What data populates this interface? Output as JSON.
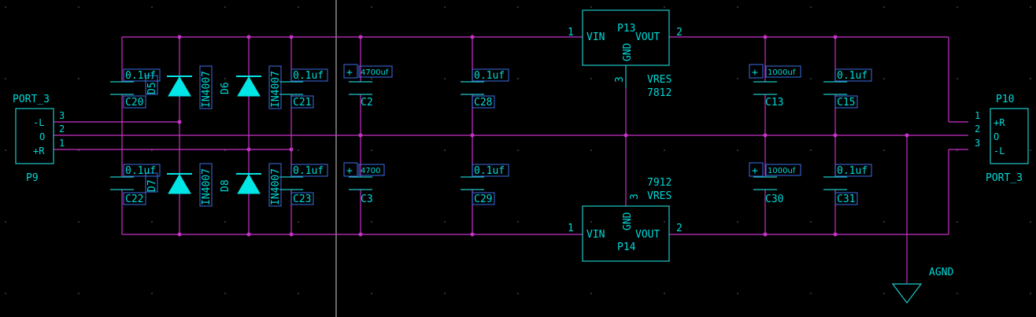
{
  "ports": {
    "left": {
      "name": "PORT_3",
      "ref": "P9",
      "pins": [
        "-L",
        "O",
        "+R"
      ],
      "pin_numbers": [
        "3",
        "2",
        "1"
      ]
    },
    "right": {
      "name": "PORT_3",
      "ref": "P10",
      "pins": [
        "+R",
        "O",
        "-L"
      ],
      "pin_numbers": [
        "1",
        "2",
        "3"
      ]
    }
  },
  "diodes": [
    {
      "ref": "D5",
      "part": "IN4007"
    },
    {
      "ref": "D6",
      "part": "IN4007"
    },
    {
      "ref": "D7",
      "part": "IN4007"
    },
    {
      "ref": "D8",
      "part": "IN4007"
    }
  ],
  "capacitors": {
    "c20": {
      "ref": "C20",
      "value": "0.1uf"
    },
    "c21": {
      "ref": "C21",
      "value": "0.1uf"
    },
    "c22": {
      "ref": "C22",
      "value": "0.1uf"
    },
    "c23": {
      "ref": "C23",
      "value": "0.1uf"
    },
    "c2": {
      "ref": "C2",
      "value": "4700uf"
    },
    "c3": {
      "ref": "C3",
      "value": "4700"
    },
    "c28": {
      "ref": "C28",
      "value": "0.1uf"
    },
    "c29": {
      "ref": "C29",
      "value": "0.1uf"
    },
    "c13": {
      "ref": "C13",
      "value": "1000uf"
    },
    "c30": {
      "ref": "C30",
      "value": "1000uf"
    },
    "c15": {
      "ref": "C15",
      "value": "0.1uf"
    },
    "c31": {
      "ref": "C31",
      "value": "0.1uf"
    }
  },
  "regulators": {
    "top": {
      "ref": "P13",
      "part": "7812",
      "type": "VRES",
      "vin": "VIN",
      "vout": "VOUT",
      "gnd": "GND",
      "pin_in": "1",
      "pin_out": "2",
      "pin_gnd": "3"
    },
    "bottom": {
      "ref": "P14",
      "part": "7912",
      "type": "VRES",
      "vin": "VIN",
      "vout": "VOUT",
      "gnd": "GND",
      "pin_in": "1",
      "pin_out": "2",
      "pin_gnd": "3"
    }
  },
  "ground": {
    "label": "AGND"
  },
  "polarity_mark": "+",
  "colors": {
    "background": "#000000",
    "wire": "#c832c8",
    "component": "#1ec8c8",
    "text": "#00d8d8",
    "highlight_box": "#3c6ee6"
  }
}
